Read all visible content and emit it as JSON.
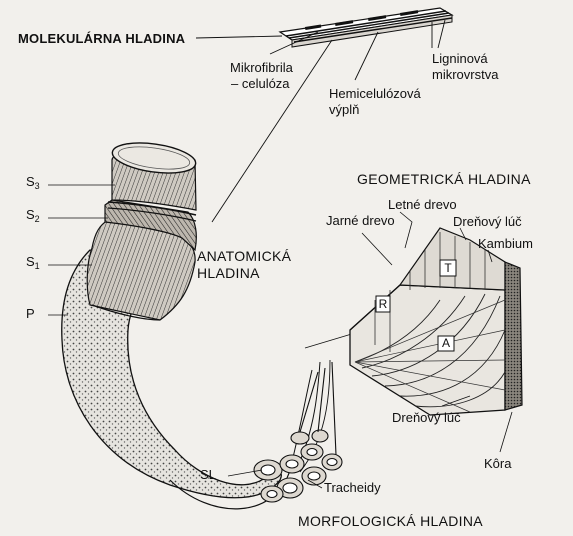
{
  "levels": {
    "molecular": "MOLEKULÁRNA HLADINA",
    "anatomical_line1": "ANATOMICKÁ",
    "anatomical_line2": "HLADINA",
    "geometric": "GEOMETRICKÁ HLADINA",
    "morphological": "MORFOLOGICKÁ HLADINA"
  },
  "molecular_labels": {
    "microfibril_line1": "Mikrofibrila",
    "microfibril_line2": "– celulóza",
    "hemicellulose_line1": "Hemicelulózová",
    "hemicellulose_line2": "výplň",
    "lignin_line1": "Ligninová",
    "lignin_line2": "mikrovrstva"
  },
  "wall_layers": {
    "s3_letter": "S",
    "s3_sub": "3",
    "s2_letter": "S",
    "s2_sub": "2",
    "s1_letter": "S",
    "s1_sub": "1",
    "p": "P"
  },
  "geometric_labels": {
    "latewood": "Letné drevo",
    "earlywood": "Jarné drevo",
    "ray_top": "Dreňový lúč",
    "cambium": "Kambium",
    "ray_bottom": "Dreňový lúč",
    "bark": "Kôra",
    "face_r": "R",
    "face_t": "T",
    "face_a": "A"
  },
  "morphological_labels": {
    "sl": "SL",
    "tracheids": "Tracheidy"
  }
}
